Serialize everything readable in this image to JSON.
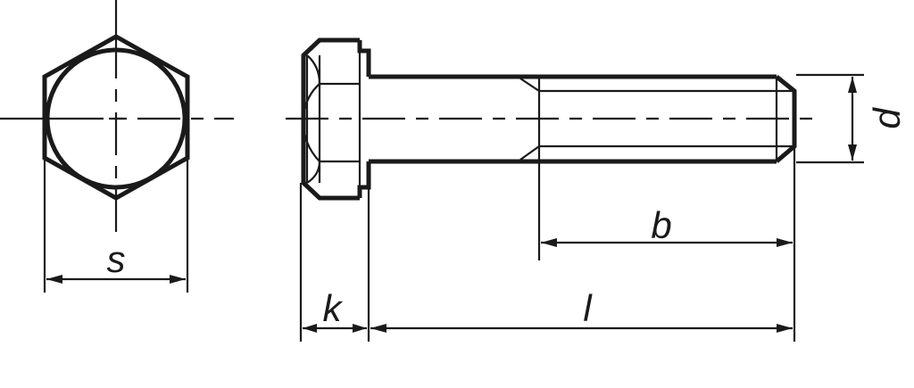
{
  "drawing": {
    "subject": "Hex bolt",
    "views": [
      "end-view",
      "side-view"
    ],
    "colors": {
      "line": "#1a1a1a",
      "background": "#ffffff"
    }
  },
  "dimensions": {
    "s": {
      "label": "s",
      "meaning": "width across flats"
    },
    "k": {
      "label": "k",
      "meaning": "head height"
    },
    "l": {
      "label": "l",
      "meaning": "nominal length"
    },
    "b": {
      "label": "b",
      "meaning": "thread length"
    },
    "d": {
      "label": "d",
      "meaning": "thread diameter"
    }
  }
}
